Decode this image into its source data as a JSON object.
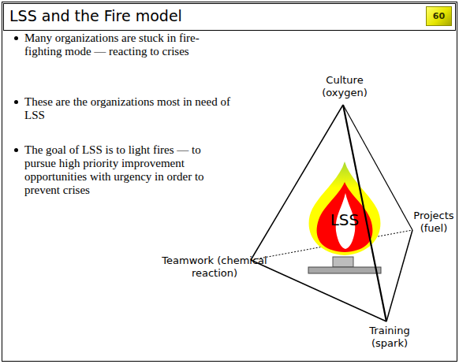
{
  "diagram": {
    "title": "LSS and the Fire model",
    "nodes": [
      {
        "text": [
          "60"
        ]
      },
      {
        "text": [
          "LSS"
        ]
      }
    ],
    "labels": [
      "Many organizations are stuck in fire-fighting mode — reacting to crises",
      "These are the organizations most in need of LSS",
      "The goal of LSS is to light fires — to pursue high priority improvement opportunities with urgency in order to prevent crises",
      "Culture (oxygen)",
      "Projects (fuel)",
      "Teamwork (chemical reaction)",
      "Training (spark)"
    ]
  }
}
